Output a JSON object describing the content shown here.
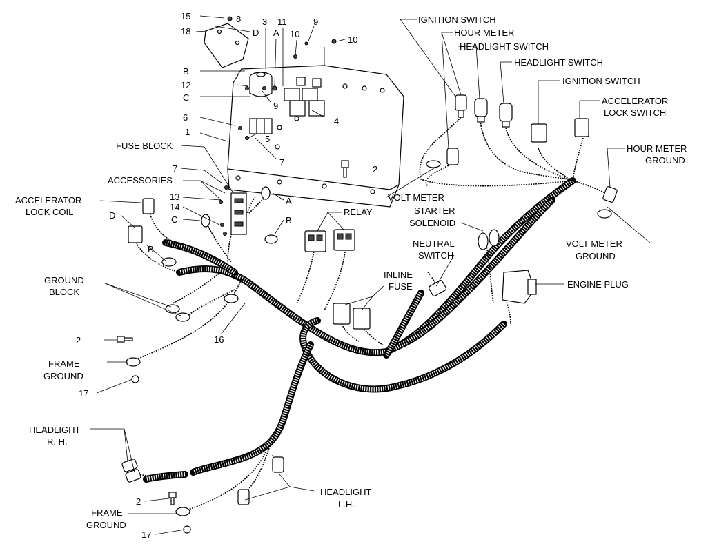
{
  "labels": {
    "ignition_switch_1": "IGNITION SWITCH",
    "hour_meter": "HOUR METER",
    "headlight_switch_1": "HEADLIGHT SWITCH",
    "headlight_switch_2": "HEADLIGHT SWITCH",
    "ignition_switch_2": "IGNITION SWITCH",
    "accelerator_lock_switch_1": "ACCELERATOR",
    "accelerator_lock_switch_2": "LOCK SWITCH",
    "hour_meter_ground_1": "HOUR METER",
    "hour_meter_ground_2": "GROUND",
    "fuse_block": "FUSE BLOCK",
    "accessories": "ACCESSORIES",
    "accelerator_lock_coil_1": "ACCELERATOR",
    "accelerator_lock_coil_2": "LOCK COIL",
    "volt_meter": "VOLT METER",
    "relay": "RELAY",
    "starter_solenoid_1": "STARTER",
    "starter_solenoid_2": "SOLENOID",
    "neutral_switch_1": "NEUTRAL",
    "neutral_switch_2": "SWITCH",
    "volt_meter_ground_1": "VOLT METER",
    "volt_meter_ground_2": "GROUND",
    "engine_plug": "ENGINE PLUG",
    "inline_fuse_1": "INLINE",
    "inline_fuse_2": "FUSE",
    "ground_block_1": "GROUND",
    "ground_block_2": "BLOCK",
    "frame_ground_top_1": "FRAME",
    "frame_ground_top_2": "GROUND",
    "frame_ground_bottom_1": "FRAME",
    "frame_ground_bottom_2": "GROUND",
    "headlight_rh_1": "HEADLIGHT",
    "headlight_rh_2": "R. H.",
    "headlight_lh_1": "HEADLIGHT",
    "headlight_lh_2": "L.H."
  },
  "callouts": {
    "n15": "15",
    "n8": "8",
    "n18": "18",
    "nD_top": "D",
    "n3": "3",
    "nA_top": "A",
    "n11": "11",
    "n9_top": "9",
    "n10_a": "10",
    "n10_b": "10",
    "nB_top": "B",
    "n12": "12",
    "nC_top": "C",
    "n9_mid": "9",
    "n6": "6",
    "n4": "4",
    "n5": "5",
    "n1": "1",
    "n7_panel": "7",
    "n2_panel": "2",
    "n7_left": "7",
    "n13": "13",
    "n14": "14",
    "nA_mid": "A",
    "nB_mid": "B",
    "nC_mid": "C",
    "nD_left": "D",
    "nB_left": "B",
    "n2_top": "2",
    "n16": "16",
    "n17_top": "17",
    "n2_bottom": "2",
    "n17_bottom": "17"
  }
}
